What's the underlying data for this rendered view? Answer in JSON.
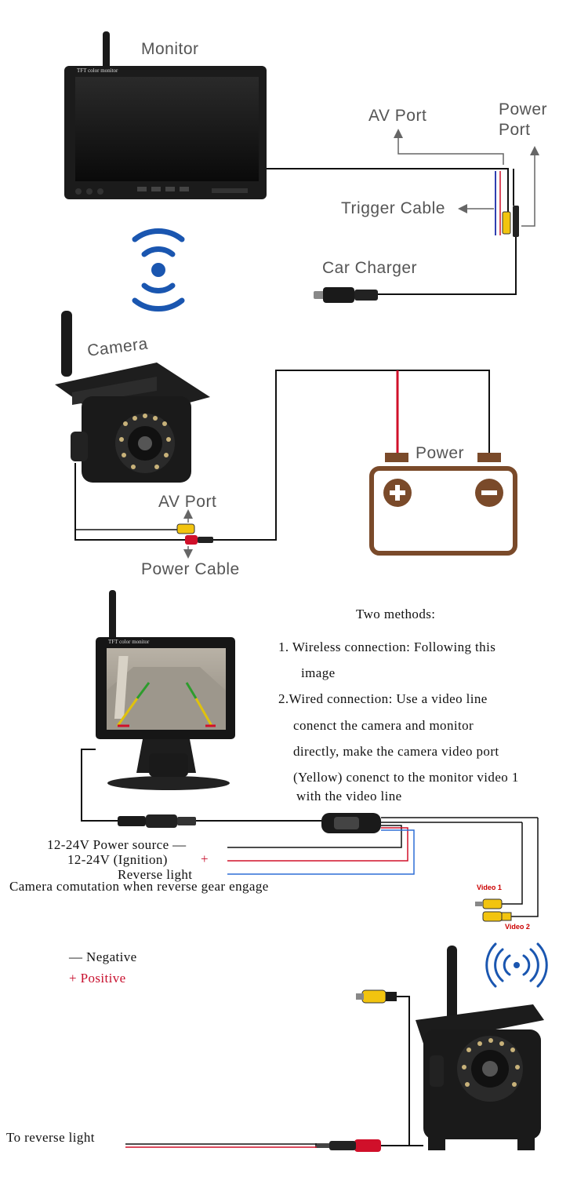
{
  "top": {
    "monitor_label": "Monitor",
    "monitor_screen_text": "TFT color monitor",
    "av_port_label": "AV Port",
    "power_port_label_1": "Power",
    "power_port_label_2": "Port",
    "trigger_cable_label": "Trigger Cable",
    "car_charger_label": "Car Charger",
    "camera_label": "Camera",
    "power_label": "Power",
    "camera_av_port_label": "AV Port",
    "power_cable_label": "Power Cable"
  },
  "bottom": {
    "monitor_screen_text": "TFT color monitor",
    "methods_title": "Two methods:",
    "method1_line1": "1. Wireless connection: Following this",
    "method1_line2": "image",
    "method2_line1": "2.Wired connection: Use a video line",
    "method2_line2": "conenct the camera and monitor",
    "method2_line3": "directly, make the camera video port",
    "method2_line4": "(Yellow) conenct to the monitor video 1",
    "method2_line5": "with the video line",
    "power_source": "12-24V Power source —",
    "ignition": "12-24V (Ignition)",
    "ignition_sign": "+",
    "reverse_light": "Reverse light",
    "camera_commutation": "Camera comutation when reverse gear engage",
    "video1": "Video 1",
    "video2": "Video 2",
    "negative": "— Negative",
    "positive": "+ Positive",
    "to_reverse_light": "To reverse light"
  },
  "colors": {
    "wire_black": "#111111",
    "wire_red": "#d0102a",
    "wire_blue": "#2f6fd6",
    "battery_brown": "#7a4a2a",
    "wireless_blue": "#1a56b0",
    "connector_yellow": "#f2c40f"
  }
}
